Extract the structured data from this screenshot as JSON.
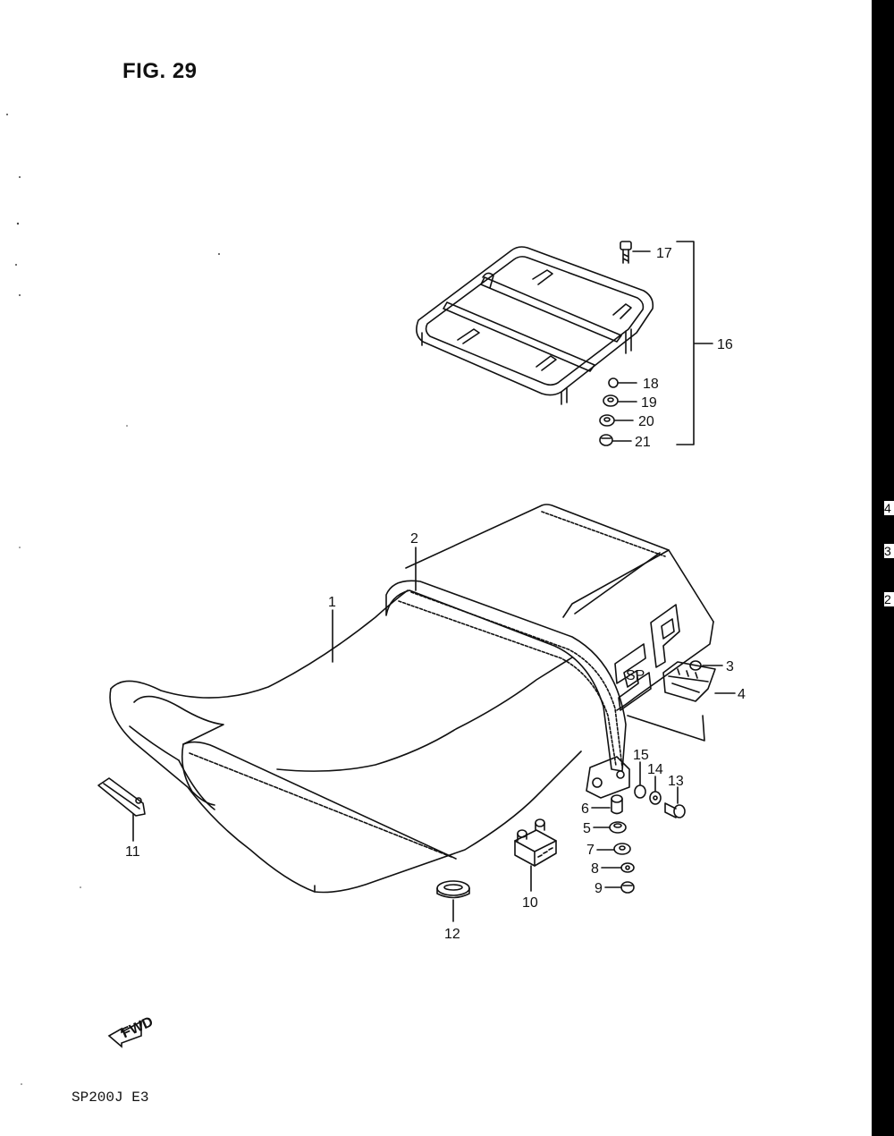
{
  "figure": {
    "title": "FIG. 29"
  },
  "footer": {
    "model_code": "SP200J  E3"
  },
  "fwd_arrow": {
    "text": "FWD"
  },
  "seat_logo": {
    "text": "SP"
  },
  "edge_labels": [
    "4",
    "3",
    "2"
  ],
  "callouts": {
    "p1": "1",
    "p2": "2",
    "p3": "3",
    "p4": "4",
    "p5": "5",
    "p6": "6",
    "p7": "7",
    "p8": "8",
    "p9": "9",
    "p10": "10",
    "p11": "11",
    "p12": "12",
    "p13": "13",
    "p14": "14",
    "p15": "15",
    "p16": "16",
    "p17": "17",
    "p18": "18",
    "p19": "19",
    "p20": "20",
    "p21": "21"
  }
}
